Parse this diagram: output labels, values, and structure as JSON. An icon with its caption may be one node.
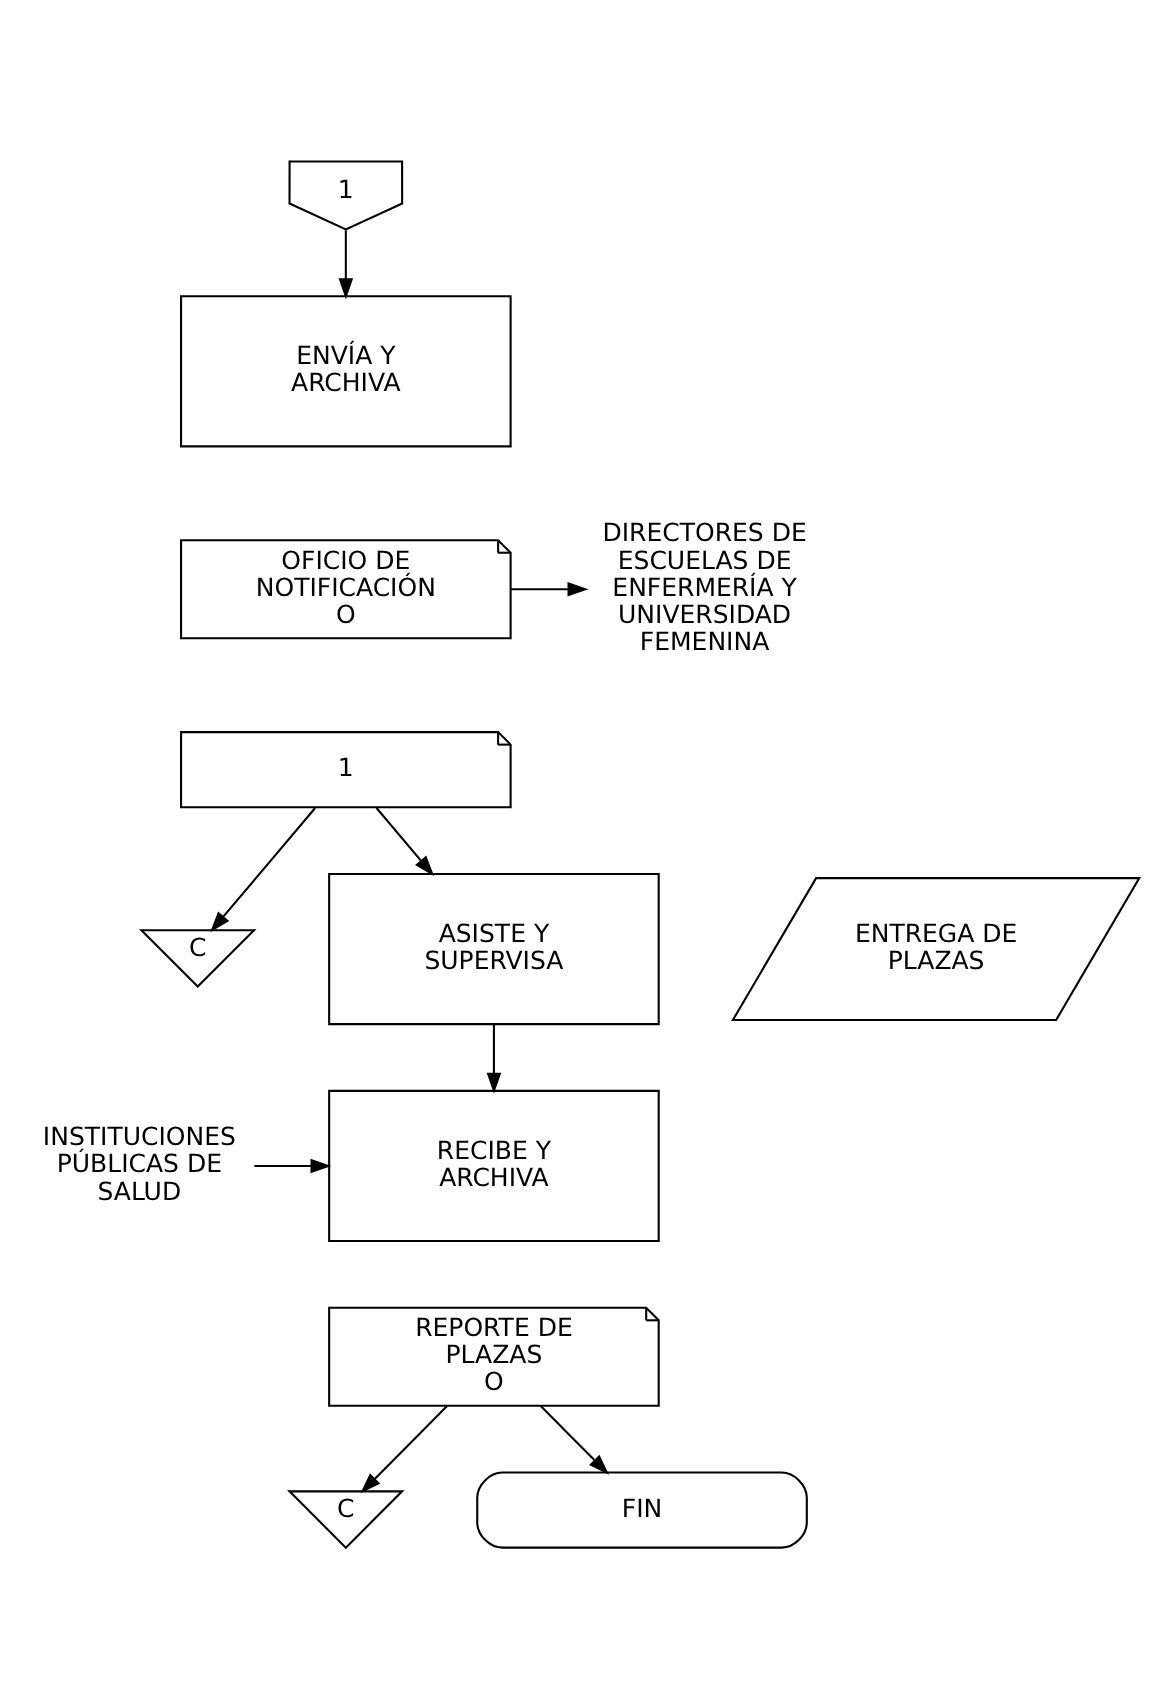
{
  "diagram": {
    "nodes": [
      {
        "text": [
          "1"
        ]
      },
      {
        "text": [
          "ENVÍA Y ARCHIVA"
        ]
      },
      {
        "text": [
          "OFICIO DE NOTIFICACIÓN",
          "O"
        ]
      },
      {
        "text": [
          "1"
        ]
      },
      {
        "text": [
          "DIRECTORES DE ESCUELAS DE ENFERMERÍA Y UNIVERSIDAD FEMENINA"
        ]
      },
      {
        "text": [
          "C"
        ]
      },
      {
        "text": [
          "ASISTE Y SUPERVISA"
        ]
      },
      {
        "text": [
          "ENTREGA DE PLAZAS"
        ]
      },
      {
        "text": [
          "INSTITUCIONES PÚBLICAS DE SALUD"
        ]
      },
      {
        "text": [
          "RECIBE Y ARCHIVA"
        ]
      },
      {
        "text": [
          "REPORTE DE PLAZAS",
          "O"
        ]
      },
      {
        "text": [
          "C"
        ]
      },
      {
        "text": [
          "FIN"
        ]
      }
    ],
    "edges": [
      {
        "from": 0,
        "to": 1,
        "arrow": "to"
      },
      {
        "from": 2,
        "to": 4,
        "arrow": "to"
      },
      {
        "from": 3,
        "to": 5,
        "arrow": "to"
      },
      {
        "from": 3,
        "to": 6,
        "arrow": "to"
      },
      {
        "from": 6,
        "to": 9,
        "arrow": "to"
      },
      {
        "from": 8,
        "to": 9,
        "arrow": "to"
      },
      {
        "from": 10,
        "to": 11,
        "arrow": "to"
      },
      {
        "from": 10,
        "to": 12,
        "arrow": "to"
      }
    ]
  }
}
